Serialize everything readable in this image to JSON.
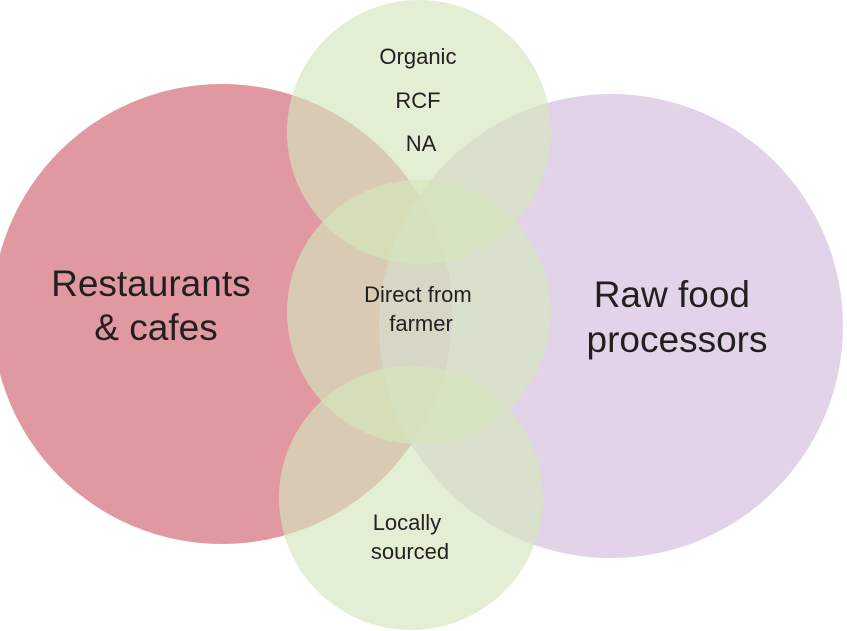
{
  "circles": [
    {
      "id": "restaurants",
      "lines": [
        "Restaurants",
        "& cafes"
      ],
      "color": "#d9808a"
    },
    {
      "id": "raw-food",
      "lines": [
        "Raw food",
        "processors"
      ],
      "color": "#d8c4e2"
    },
    {
      "id": "organic",
      "lines": [
        "Organic",
        "RCF",
        "NA"
      ],
      "color": "#d4e7bd"
    },
    {
      "id": "direct",
      "lines": [
        "Direct from",
        "farmer"
      ],
      "color": "#d4e7bd"
    },
    {
      "id": "local",
      "lines": [
        "Locally",
        "sourced"
      ],
      "color": "#d4e7bd"
    }
  ]
}
